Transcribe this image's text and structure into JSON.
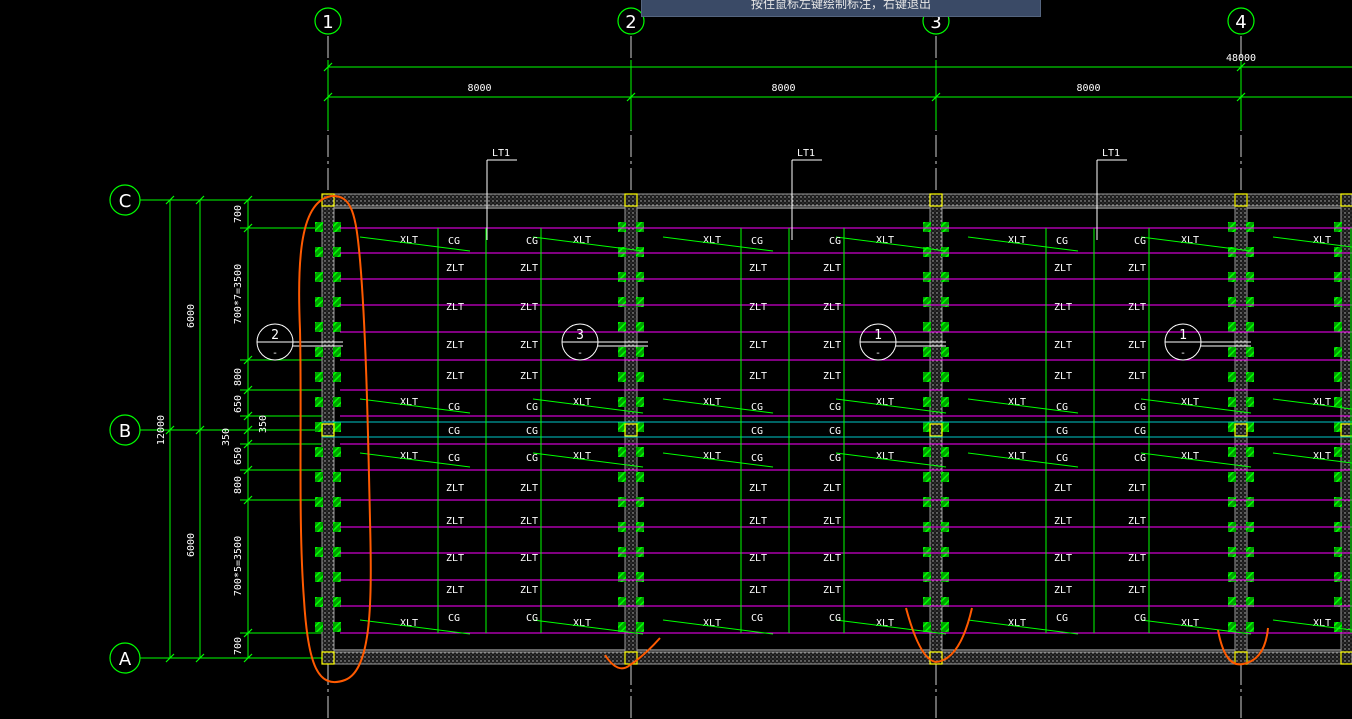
{
  "status_tip": "按住鼠标左键绘制标注，右键退出",
  "colors": {
    "background": "#000000",
    "axis_bubble": "#00ff00",
    "dimension": "#00ff00",
    "beam_magenta": "#ff00ff",
    "hatch_green": "#00ff00",
    "wall_gray": "#9a9a9a",
    "column_yellow": "#ffff00",
    "markup_orange": "#ff5a00",
    "text": "#ffffff"
  },
  "grid": {
    "columns": [
      "1",
      "2",
      "3",
      "4"
    ],
    "rows": [
      "C",
      "B",
      "A"
    ]
  },
  "dimensions": {
    "top_total": "48000",
    "top_spans": [
      "8000",
      "8000",
      "8000"
    ],
    "left_total": "12000",
    "left_halves": [
      "6000",
      "6000"
    ],
    "left_upper": [
      "700",
      "700*7=3500",
      "800",
      "650"
    ],
    "left_mid": [
      "350",
      "350"
    ],
    "left_lower": [
      "650",
      "800",
      "700*5=3500",
      "700"
    ]
  },
  "beam_tags": [
    "LT1",
    "LT1",
    "LT1"
  ],
  "labels": {
    "xlt": "XLT",
    "zlt": "ZLT",
    "cg": "CG"
  },
  "section_marks": [
    "2",
    "3",
    "1",
    "1"
  ],
  "section_dash": "-"
}
